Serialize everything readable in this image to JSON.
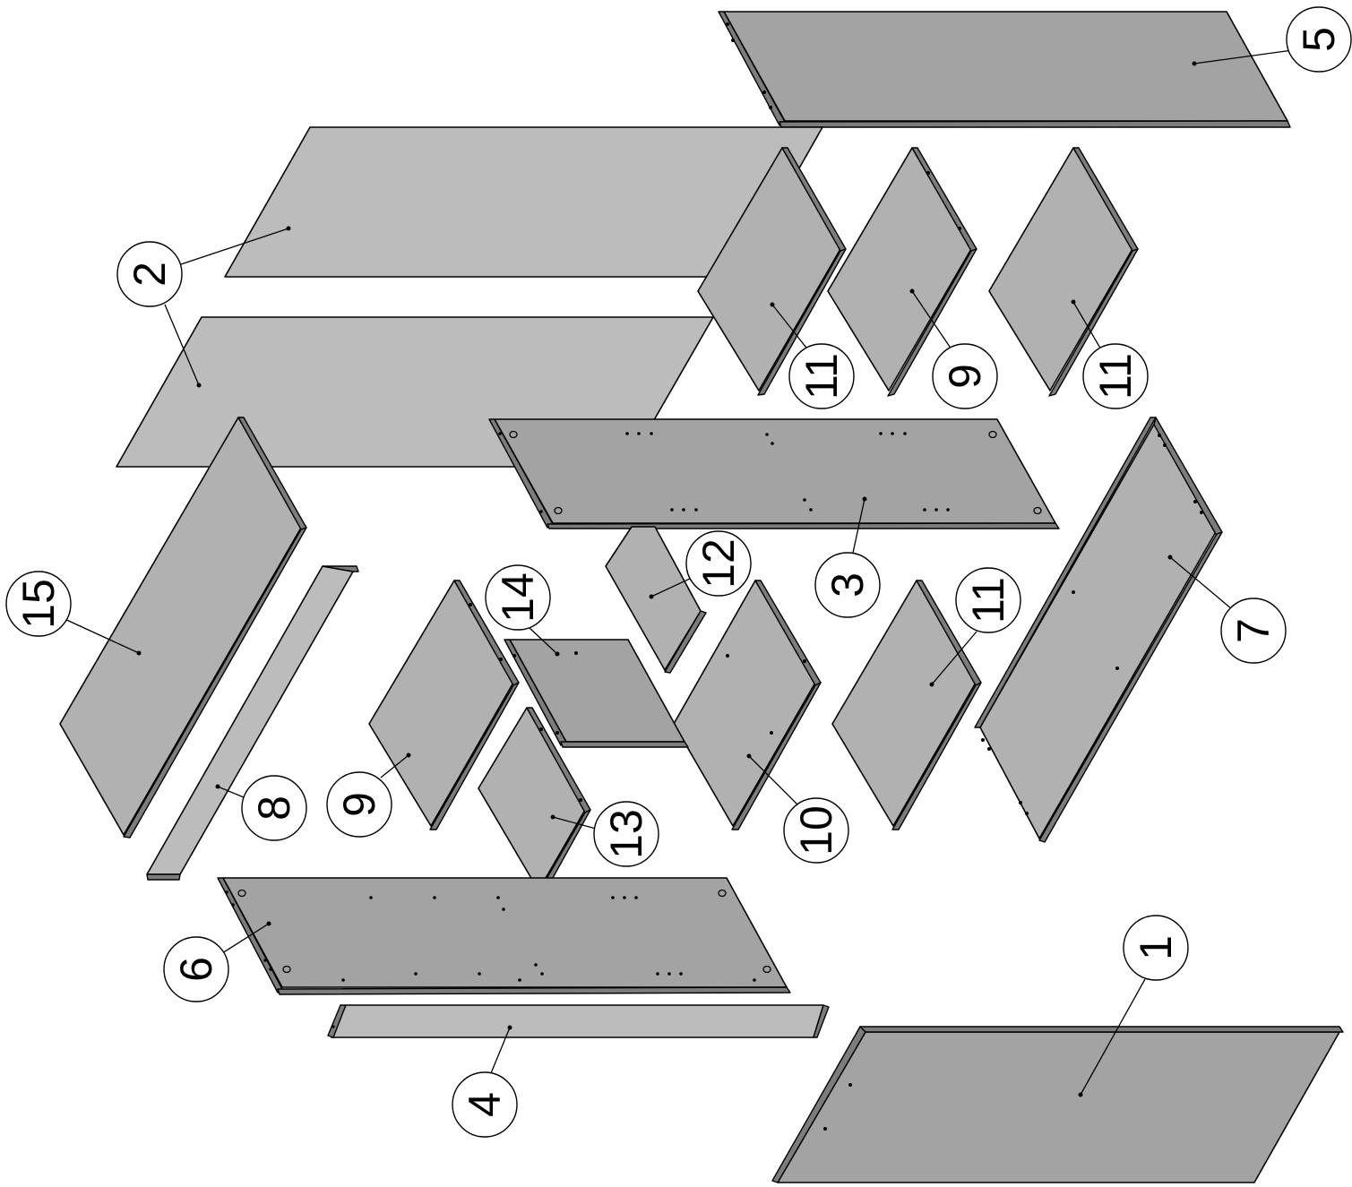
{
  "diagram": {
    "type": "exploded-assembly-drawing",
    "colors": {
      "light_panel": "#bcbcbc",
      "mid_panel": "#b1b1b1",
      "dark_panel": "#a3a3a3",
      "edge": "#7c7c7c",
      "line": "#000000",
      "background": "#ffffff"
    },
    "callouts": [
      {
        "id": "c5",
        "label": "5"
      },
      {
        "id": "c2a",
        "label": "2"
      },
      {
        "id": "c11a",
        "label": "11"
      },
      {
        "id": "c9a",
        "label": "9"
      },
      {
        "id": "c11b",
        "label": "11"
      },
      {
        "id": "c15",
        "label": "15"
      },
      {
        "id": "c14",
        "label": "14"
      },
      {
        "id": "c12",
        "label": "12"
      },
      {
        "id": "c3",
        "label": "3"
      },
      {
        "id": "c11c",
        "label": "11"
      },
      {
        "id": "c7",
        "label": "7"
      },
      {
        "id": "c8",
        "label": "8"
      },
      {
        "id": "c9b",
        "label": "9"
      },
      {
        "id": "c13",
        "label": "13"
      },
      {
        "id": "c10",
        "label": "10"
      },
      {
        "id": "c6",
        "label": "6"
      },
      {
        "id": "c1",
        "label": "1"
      },
      {
        "id": "c4",
        "label": "4"
      }
    ]
  }
}
